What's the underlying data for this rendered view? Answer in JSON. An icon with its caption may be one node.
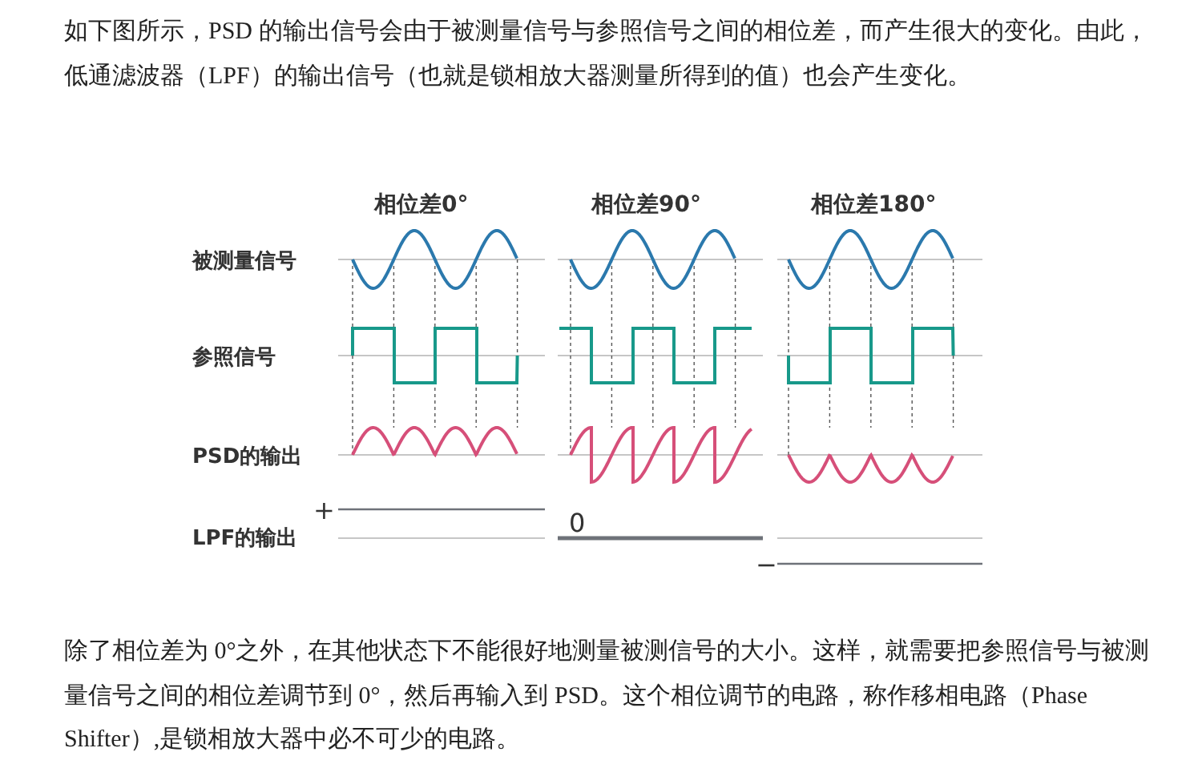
{
  "diagram": {
    "labels": [
      "如下图所示，PSD 的输出信号会由于被测量信号与参照信号之间的相位差，而产生很大的变化。由此，低通滤波器（LPF）的输出信号（也就是锁相放大器测量所得到的值）也会产生变化。",
      "相位差0°",
      "相位差90°",
      "相位差180°",
      "被测量信号",
      "参照信号",
      "PSD的输出",
      "LPF的输出",
      "+",
      "0",
      "−",
      "除了相位差为 0°之外，在其他状态下不能很好地测量被测信号的大小。这样，就需要把参照信号与被测量信号之间的相位差调节到 0°，然后再输入到 PSD。这个相位调节的电路，称作移相电路（Phase Shifter）,是锁相放大器中必不可少的电路。"
    ]
  }
}
